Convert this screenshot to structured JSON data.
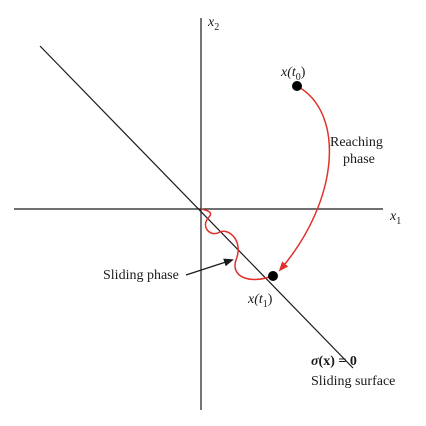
{
  "axes": {
    "x_label": "x",
    "x_sub": "1",
    "y_label": "x",
    "y_sub": "2"
  },
  "points": {
    "initial": {
      "pre": "x(",
      "t": "t",
      "sub": "0",
      "post": ")"
    },
    "hit": {
      "pre": "x(",
      "t": "t",
      "sub": "1",
      "post": ")"
    }
  },
  "labels": {
    "reaching_line1": "Reaching",
    "reaching_line2": "phase",
    "sliding_phase": "Sliding phase",
    "surface_eq_sigma": "σ",
    "surface_eq_rest": "(x) = 0",
    "surface_name": "Sliding surface"
  },
  "colors": {
    "trajectory": "#e0312b",
    "axes": "#1a1a1a",
    "point": "#000000"
  }
}
